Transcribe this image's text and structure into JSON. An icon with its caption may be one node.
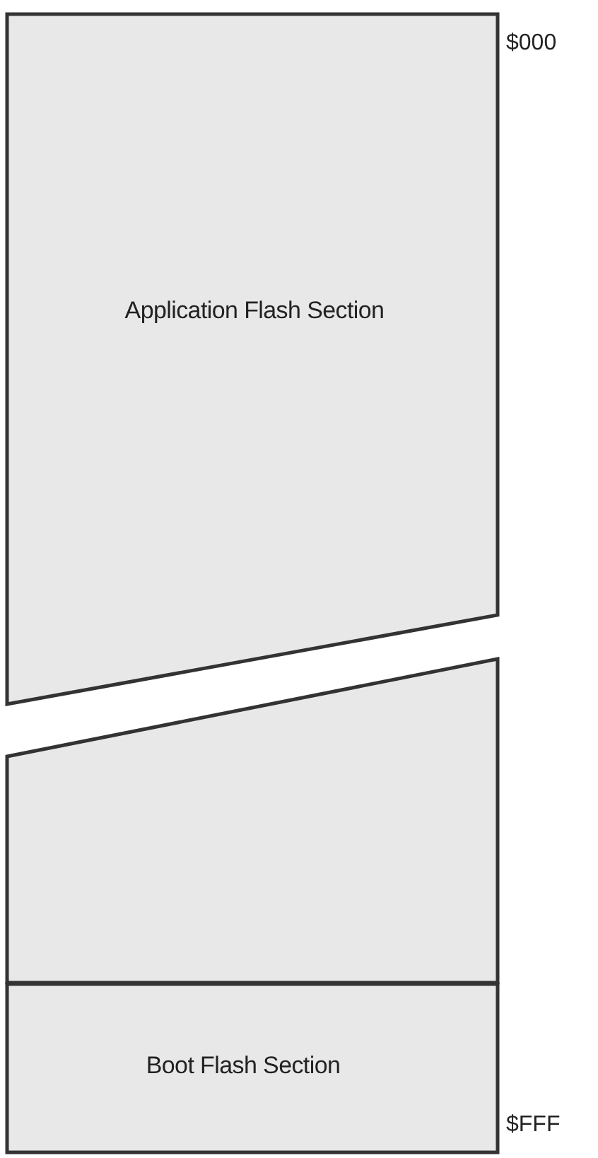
{
  "diagram": {
    "nodes": [
      {
        "text": [
          "Application Flash Section"
        ]
      },
      {
        "text": [],
        "shape": "box"
      },
      {
        "text": [
          "Boot Flash Section"
        ]
      }
    ],
    "labels": [
      "$000",
      "$FFF"
    ]
  }
}
